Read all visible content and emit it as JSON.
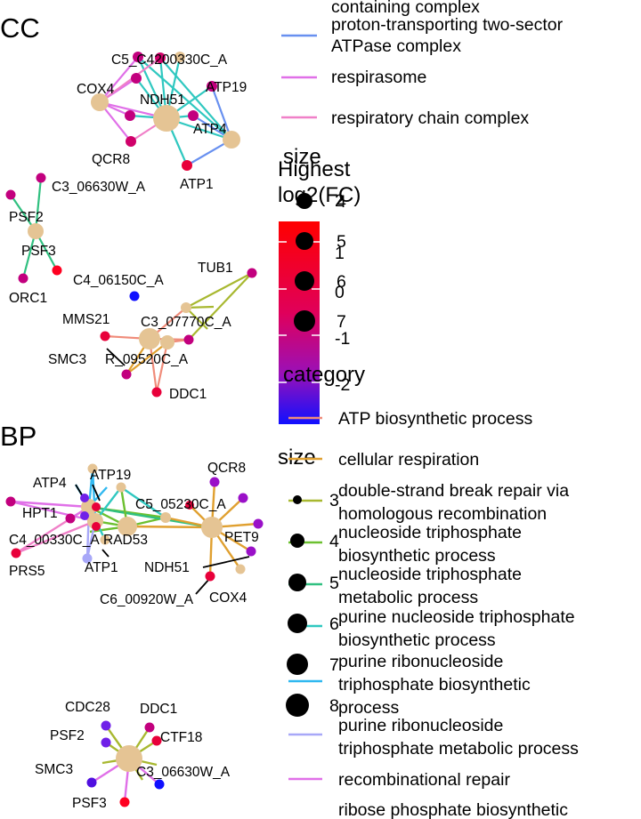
{
  "panels": {
    "cc": "CC",
    "bp": "BP"
  },
  "colors": {
    "node": "#E5C494",
    "fc_high": "#FF0000",
    "fc_mid": "#C2007E",
    "fc_low": "#0000FF",
    "edge": {
      "atp_biosynthetic": "#F08C7A",
      "cellular_respiration": "#E0A030",
      "dsb_repair": "#A8B830",
      "ntp_biosynthetic": "#6CC030",
      "ntp_metabolic": "#30C080",
      "purine_ntp_biosynthetic": "#30C8C0",
      "purine_rntp_biosynthetic": "#30B8F0",
      "purine_rntp_metabolic": "#A8A8F8",
      "recombinational_repair": "#E070E8",
      "respirasome": "#E070E8",
      "respiratory_chain": "#F080C8",
      "proton_atpase": "#6890F0"
    }
  },
  "cc_labels": {
    "c5": "C5_C4200330C_A",
    "cox4": "COX4",
    "ndh51": "NDH51",
    "atp19": "ATP19",
    "atp4": "ATP4",
    "qcr8": "QCR8",
    "atp1": "ATP1",
    "c3_06630w": "C3_06630W_A",
    "psf2": "PSF2",
    "psf3": "PSF3",
    "orc1": "ORC1",
    "c4_06150c": "C4_06150C_A",
    "tub1": "TUB1",
    "mms21": "MMS21",
    "c3_07770c": "C3_07770C_A",
    "smc3": "SMC3",
    "r09520c": "R_09520C_A",
    "ddc1": "DDC1"
  },
  "bp_labels": {
    "qcr8": "QCR8",
    "atp19": "ATP19",
    "atp4": "ATP4",
    "c5_05230c": "C5_05230C_A",
    "hpt1": "HPT1",
    "pet9": "PET9",
    "c4_00330c": "C4_00330C_A",
    "rad53": "RAD53",
    "prs5": "PRS5",
    "atp1": "ATP1",
    "ndh51": "NDH51",
    "c6_00920w": "C6_00920W_A",
    "cox4": "COX4",
    "cdc28": "CDC28",
    "ddc1": "DDC1",
    "psf2": "PSF2",
    "ctf18": "CTF18",
    "smc3": "SMC3",
    "c3_06630w": "C3_06630W_A",
    "psf3": "PSF3"
  },
  "legend": {
    "top_category_items": [
      {
        "line1": "containing complex",
        "line2": "",
        "color": ""
      },
      {
        "line1": "proton-transporting two-sector",
        "line2": "ATPase complex",
        "color": "#6890F0"
      },
      {
        "line1": "respirasome",
        "line2": "",
        "color": "#E070E8"
      },
      {
        "line1": "respiratory chain complex",
        "line2": "",
        "color": "#F080C8"
      }
    ],
    "size_title_top": "size",
    "fc_title_line1": "Highest",
    "fc_title_line2": "log2(FC)",
    "fc_ticks": [
      "2",
      "1",
      "0",
      "-1",
      "-2"
    ],
    "size_top_ticks": [
      "4",
      "5",
      "6",
      "7"
    ],
    "category_title": "category",
    "size_title_bottom": "size",
    "size_bottom_ticks": [
      "3",
      "4",
      "5",
      "6",
      "7",
      "8"
    ],
    "category_items": [
      {
        "line1": "ATP biosynthetic process",
        "line2": "",
        "color": "#F08C7A"
      },
      {
        "line1": "cellular respiration",
        "line2": "",
        "color": "#E0A030"
      },
      {
        "line1": "double-strand break repair via",
        "line2": "homologous recombination",
        "color": "#A8B830"
      },
      {
        "line1": "nucleoside triphosphate",
        "line2": "biosynthetic process",
        "color": "#6CC030"
      },
      {
        "line1": "nucleoside triphosphate",
        "line2": "metabolic process",
        "color": "#30C080"
      },
      {
        "line1": "purine nucleoside triphosphate",
        "line2": "biosynthetic process",
        "color": "#30C8C0"
      },
      {
        "line1": "purine ribonucleoside",
        "line2": "triphosphate biosynthetic",
        "line3": "process",
        "color": "#30B8F0"
      },
      {
        "line1": "purine ribonucleoside",
        "line2": "triphosphate metabolic process",
        "color": "#A8A8F8"
      },
      {
        "line1": "recombinational repair",
        "line2": "",
        "color": "#E070E8"
      },
      {
        "line1": "ribose phosphate biosynthetic",
        "line2": "",
        "color": "#F0B0C0"
      }
    ]
  }
}
